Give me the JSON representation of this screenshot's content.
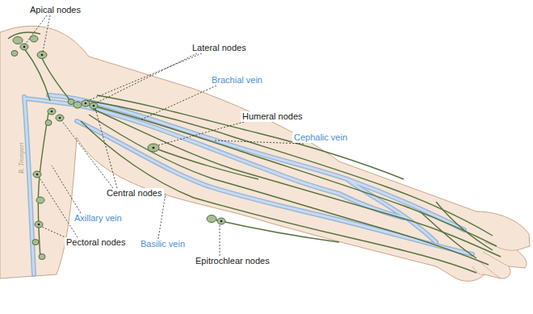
{
  "diagram": {
    "labels": [
      "Apical nodes",
      "Lateral nodes",
      "Brachial vein",
      "Humeral nodes",
      "Cephalic vein",
      "Central nodes",
      "Axillary vein",
      "Pectoral nodes",
      "Basilic vein",
      "Epitrochlear nodes",
      "R. Trompert"
    ]
  }
}
